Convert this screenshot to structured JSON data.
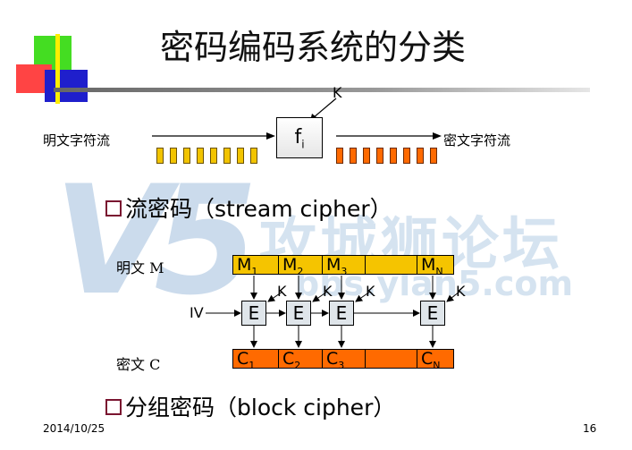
{
  "title": "密码编码系统的分类",
  "diagram_top": {
    "k_label": "K",
    "f_label": "f",
    "f_sub": "i",
    "plain_stream_label": "明文字符流",
    "cipher_stream_label": "密文字符流"
  },
  "section1": {
    "label": "流密码（stream cipher）"
  },
  "stream_diagram": {
    "plain_label": "明文 M",
    "cipher_label": "密文 C",
    "iv_label": "IV",
    "k_label": "K",
    "e_label": "E",
    "m_cells": [
      {
        "base": "M",
        "sub": "1"
      },
      {
        "base": "M",
        "sub": "2"
      },
      {
        "base": "M",
        "sub": "3"
      },
      {
        "base": "",
        "sub": ""
      },
      {
        "base": "M",
        "sub": "N"
      }
    ],
    "c_cells": [
      {
        "base": "C",
        "sub": "1"
      },
      {
        "base": "C",
        "sub": "2"
      },
      {
        "base": "C",
        "sub": "3"
      },
      {
        "base": "",
        "sub": ""
      },
      {
        "base": "C",
        "sub": "N"
      }
    ]
  },
  "section2": {
    "label": "分组密码（block cipher）"
  },
  "footer": {
    "date": "2014/10/25",
    "page": "16"
  },
  "watermark": {
    "logo": "V5",
    "text": "攻城狮论坛",
    "url": "bbs.ylan5.com"
  },
  "colors": {
    "yellow": "#f5c400",
    "orange": "#ff6a00",
    "accent": "#7a1530"
  }
}
